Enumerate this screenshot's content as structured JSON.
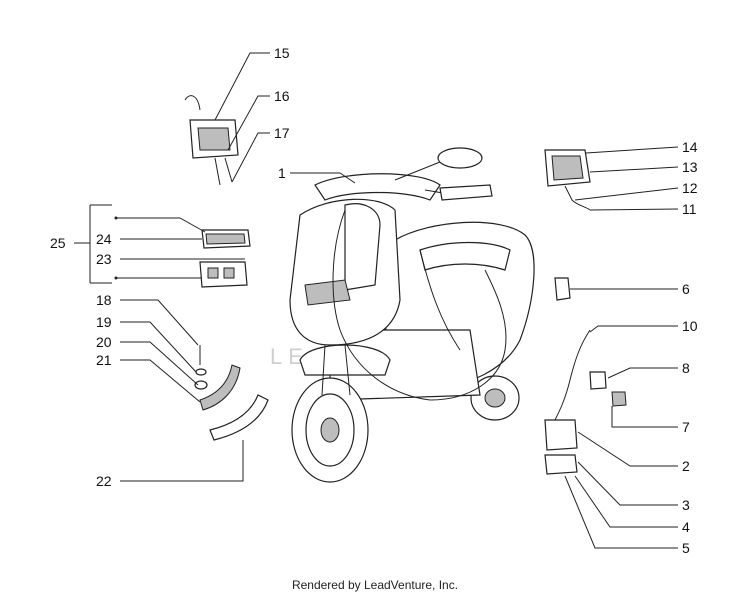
{
  "diagram": {
    "watermark": "LEADVENTURE",
    "callouts": [
      {
        "id": "1",
        "text": "1"
      },
      {
        "id": "2",
        "text": "2"
      },
      {
        "id": "3",
        "text": "3"
      },
      {
        "id": "4",
        "text": "4"
      },
      {
        "id": "5",
        "text": "5"
      },
      {
        "id": "6",
        "text": "6"
      },
      {
        "id": "7",
        "text": "7"
      },
      {
        "id": "8",
        "text": "8"
      },
      {
        "id": "10",
        "text": "10"
      },
      {
        "id": "11",
        "text": "11"
      },
      {
        "id": "12",
        "text": "12"
      },
      {
        "id": "13",
        "text": "13"
      },
      {
        "id": "14",
        "text": "14"
      },
      {
        "id": "15",
        "text": "15"
      },
      {
        "id": "16",
        "text": "16"
      },
      {
        "id": "17",
        "text": "17"
      },
      {
        "id": "18",
        "text": "18"
      },
      {
        "id": "19",
        "text": "19"
      },
      {
        "id": "20",
        "text": "20"
      },
      {
        "id": "21",
        "text": "21"
      },
      {
        "id": "22",
        "text": "22"
      },
      {
        "id": "23",
        "text": "23"
      },
      {
        "id": "24",
        "text": "24"
      },
      {
        "id": "25",
        "text": "25"
      }
    ]
  },
  "footer": "Rendered by LeadVenture, Inc."
}
